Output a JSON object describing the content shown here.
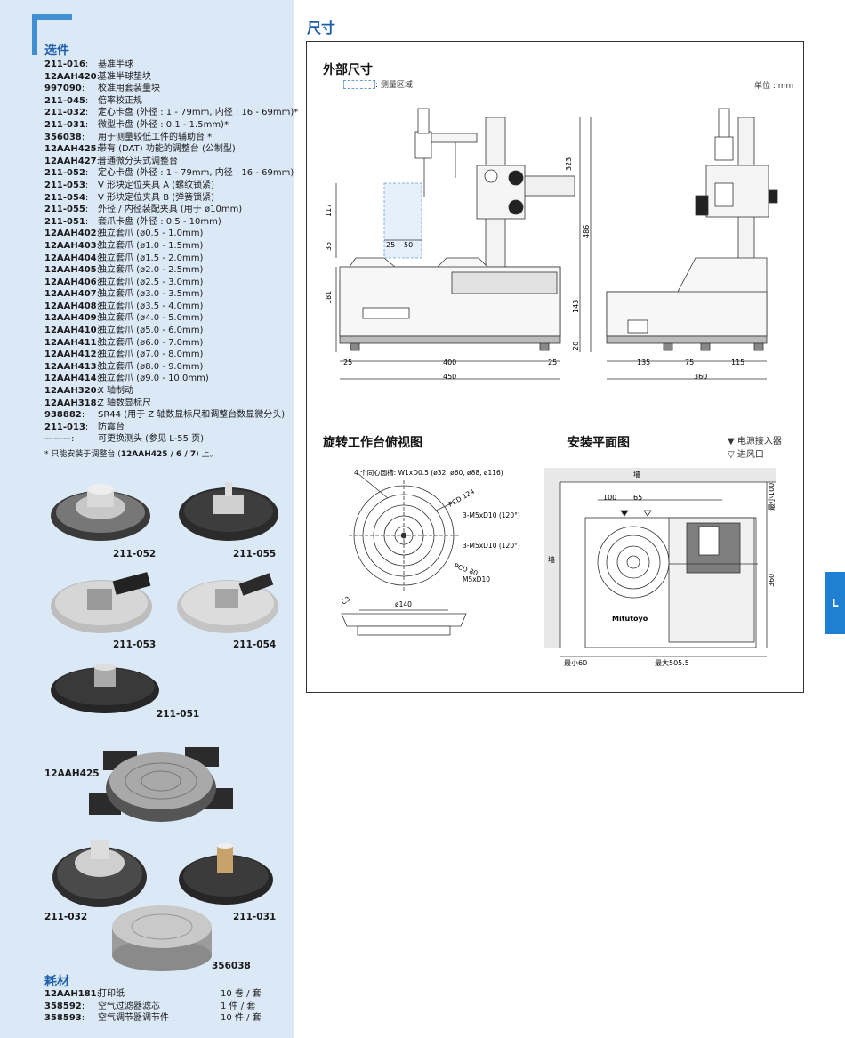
{
  "sidebar": {
    "options_title": "选件",
    "options": [
      {
        "code": "211-016",
        "sep": ":",
        "desc": "基准半球"
      },
      {
        "code": "12AAH420",
        "sep": ":",
        "desc": "基准半球垫块"
      },
      {
        "code": "997090",
        "sep": ":",
        "desc": "校准用套装量块"
      },
      {
        "code": "211-045",
        "sep": ":",
        "desc": "倍率校正规"
      },
      {
        "code": "211-032",
        "sep": ":",
        "desc": "定心卡盘 (外径 : 1 - 79mm, 内径 : 16 - 69mm)*"
      },
      {
        "code": "211-031",
        "sep": ":",
        "desc": "微型卡盘 (外径 : 0.1 - 1.5mm)*"
      },
      {
        "code": "356038",
        "sep": ":",
        "desc": "用于测量较低工件的辅助台 *"
      },
      {
        "code": "12AAH425",
        "sep": ":",
        "desc": "带有 (DAT) 功能的调整台 (公制型)"
      },
      {
        "code": "12AAH427",
        "sep": ":",
        "desc": "普通微分头式调整台"
      },
      {
        "code": "211-052",
        "sep": ":",
        "desc": "定心卡盘 (外径 : 1 - 79mm, 内径 : 16 - 69mm)"
      },
      {
        "code": "211-053",
        "sep": ":",
        "desc": "V 形块定位夹具 A (螺纹锁紧)"
      },
      {
        "code": "211-054",
        "sep": ":",
        "desc": "V 形块定位夹具 B (弹簧锁紧)"
      },
      {
        "code": "211-055",
        "sep": ":",
        "desc": "外径 / 内径装配夹具 (用于 ø10mm)"
      },
      {
        "code": "211-051",
        "sep": ":",
        "desc": "套爪卡盘 (外径 : 0.5 - 10mm)"
      },
      {
        "code": "12AAH402",
        "sep": ":",
        "desc": "独立套爪 (ø0.5 - 1.0mm)"
      },
      {
        "code": "12AAH403",
        "sep": ":",
        "desc": "独立套爪 (ø1.0 - 1.5mm)"
      },
      {
        "code": "12AAH404",
        "sep": ":",
        "desc": "独立套爪 (ø1.5 - 2.0mm)"
      },
      {
        "code": "12AAH405",
        "sep": ":",
        "desc": "独立套爪 (ø2.0 - 2.5mm)"
      },
      {
        "code": "12AAH406",
        "sep": ":",
        "desc": "独立套爪 (ø2.5 - 3.0mm)"
      },
      {
        "code": "12AAH407",
        "sep": ":",
        "desc": "独立套爪 (ø3.0 - 3.5mm)"
      },
      {
        "code": "12AAH408",
        "sep": ":",
        "desc": "独立套爪 (ø3.5 - 4.0mm)"
      },
      {
        "code": "12AAH409",
        "sep": ":",
        "desc": "独立套爪 (ø4.0 - 5.0mm)"
      },
      {
        "code": "12AAH410",
        "sep": ":",
        "desc": "独立套爪 (ø5.0 - 6.0mm)"
      },
      {
        "code": "12AAH411",
        "sep": ":",
        "desc": "独立套爪 (ø6.0 - 7.0mm)"
      },
      {
        "code": "12AAH412",
        "sep": ":",
        "desc": "独立套爪 (ø7.0 - 8.0mm)"
      },
      {
        "code": "12AAH413",
        "sep": ":",
        "desc": "独立套爪 (ø8.0 - 9.0mm)"
      },
      {
        "code": "12AAH414",
        "sep": ":",
        "desc": "独立套爪 (ø9.0 - 10.0mm)"
      },
      {
        "code": "12AAH320",
        "sep": ":",
        "desc": "X 轴制动"
      },
      {
        "code": "12AAH318",
        "sep": ":",
        "desc": "Z 轴数显标尺"
      },
      {
        "code": "938882",
        "sep": ":",
        "desc": "SR44 (用于 Z 轴数显标尺和调整台数显微分头)"
      },
      {
        "code": "211-013",
        "sep": ":",
        "desc": "防震台"
      },
      {
        "code": "———",
        "sep": ":",
        "desc": "可更换测头 (参见 L-55 页)"
      }
    ],
    "note_prefix": "* 只能安装于调整台 (",
    "note_bold": "12AAH425 / 6 / 7",
    "note_suffix": ") 上。",
    "photo_labels": {
      "p052": "211-052",
      "p055": "211-055",
      "p053": "211-053",
      "p054": "211-054",
      "p051": "211-051",
      "p425": "12AAH425",
      "p032": "211-032",
      "p031": "211-031",
      "p038": "356038"
    },
    "consumables_title": "耗材",
    "consumables": [
      {
        "code": "12AAH181",
        "sep": ":",
        "desc": "打印纸",
        "qty": "10 卷 / 套"
      },
      {
        "code": "358592",
        "sep": ":",
        "desc": "空气过滤器滤芯",
        "qty": "1 件 / 套"
      },
      {
        "code": "358593",
        "sep": ":",
        "desc": "空气调节器调节件",
        "qty": "10 件 / 套"
      }
    ]
  },
  "main": {
    "title": "尺寸",
    "external_title": "外部尺寸",
    "measure_area": ": 测量区域",
    "unit": "单位 : mm",
    "front_dims": {
      "d323": "323",
      "d486": "486",
      "d117": "117",
      "d35": "35",
      "d181": "181",
      "d143": "143",
      "d20": "20",
      "d25a": "25",
      "d50": "50",
      "d25b": "25",
      "d400": "400",
      "d25c": "25",
      "d450": "450"
    },
    "side_dims": {
      "d135": "135",
      "d75": "75",
      "d115": "115",
      "d360": "360"
    },
    "brand": "Mitutoyo",
    "rotary_title": "旋转工作台俯视图",
    "rotary": {
      "grooves": "4 个同心圆槽: W1xD0.5 (ø32, ø60, ø88, ø116)",
      "pcd124": "PCD 124",
      "m5a": "3-M5xD10 (120°)",
      "m5b": "3-M5xD10 (120°)",
      "pcd80": "PCD 80",
      "m5c": "M5xD10",
      "c3": "C3",
      "d140": "ø140"
    },
    "install_title": "安装平面图",
    "legend_power": "▼ 电源接入器",
    "legend_air": "▽ 进风口",
    "install": {
      "wall_top": "墙",
      "wall_left": "墙",
      "d100": "100",
      "d65": "65",
      "min100": "最小100",
      "d360": "360",
      "min60": "最小60",
      "max505": "最大505.5"
    }
  },
  "page_tab": "L"
}
